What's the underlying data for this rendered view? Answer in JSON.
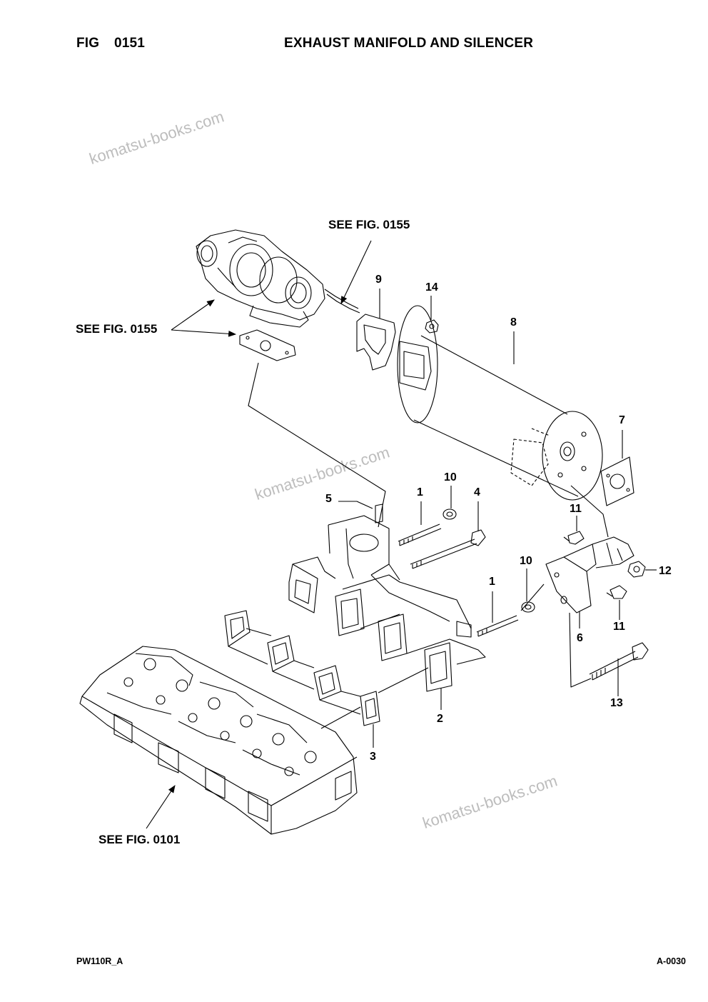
{
  "header": {
    "fig_label": "FIG",
    "fig_number": "0151",
    "title": "EXHAUST MANIFOLD AND SILENCER"
  },
  "footer": {
    "model": "PW110R_A",
    "page_code": "A-0030"
  },
  "watermark": "komatsu-books.com",
  "callouts": {
    "turbo_top": "SEE FIG. 0155",
    "turbo_left": "SEE FIG. 0155",
    "cylinder_head": "SEE FIG. 0101"
  },
  "part_numbers": {
    "p1a": "1",
    "p1b": "1",
    "p2": "2",
    "p3": "3",
    "p4": "4",
    "p5": "5",
    "p6": "6",
    "p7": "7",
    "p8": "8",
    "p9": "9",
    "p10a": "10",
    "p10b": "10",
    "p11a": "11",
    "p11b": "11",
    "p12": "12",
    "p13": "13",
    "p14": "14"
  }
}
